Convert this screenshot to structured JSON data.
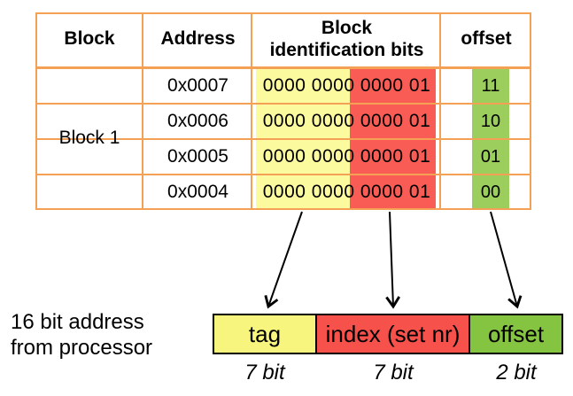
{
  "table": {
    "headers": {
      "block": "Block",
      "address": "Address",
      "bits_line1": "Block",
      "bits_line2": "identification bits",
      "offset": "offset"
    },
    "block_span_label": "Block 1",
    "rows": [
      {
        "address": "0x0007",
        "bits": "0000 0000 0000 01",
        "offset": "11"
      },
      {
        "address": "0x0006",
        "bits": "0000 0000 0000 01",
        "offset": "10"
      },
      {
        "address": "0x0005",
        "bits": "0000 0000 0000 01",
        "offset": "01"
      },
      {
        "address": "0x0004",
        "bits": "0000 0000 0000 01",
        "offset": "00"
      }
    ]
  },
  "caption": {
    "line1": "16 bit address",
    "line2": "from processor"
  },
  "address_bar": {
    "segments": [
      {
        "label": "tag",
        "width_label": "7 bit",
        "color": "#f7f57d"
      },
      {
        "label": "index (set nr)",
        "width_label": "7 bit",
        "color": "#f6514a"
      },
      {
        "label": "offset",
        "width_label": "2 bit",
        "color": "#85c440"
      }
    ]
  },
  "colors": {
    "table_border": "#f5a155",
    "tag_highlight": "#fcfa9e",
    "index_highlight": "#f95c55",
    "offset_highlight": "#9bce5d",
    "arrow": "#000000",
    "bar_border": "#000000"
  }
}
